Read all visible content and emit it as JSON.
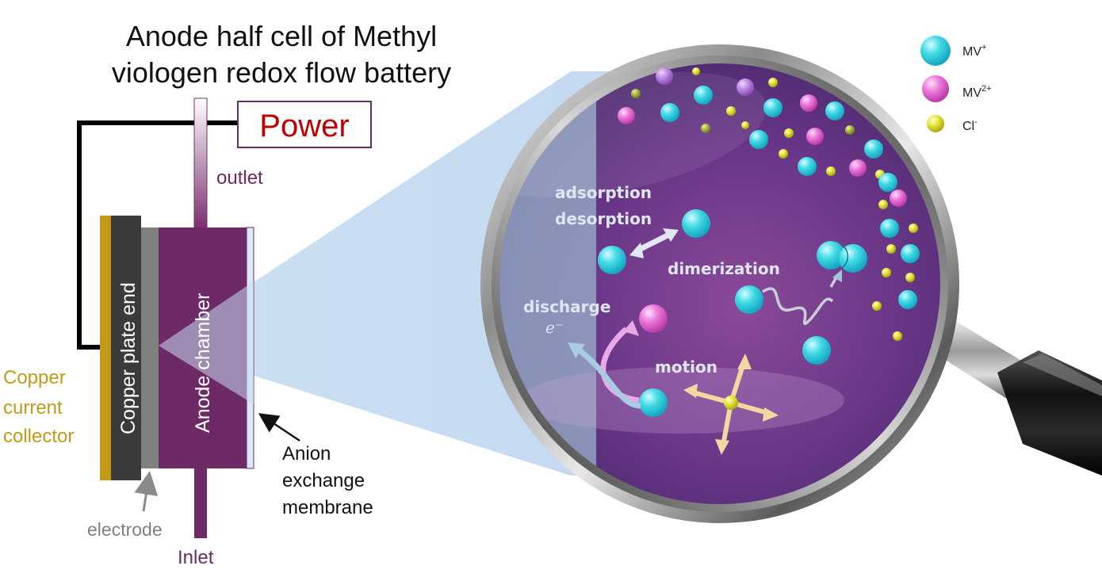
{
  "title_line1": "Anode half cell of Methyl",
  "title_line2": "viologen redox flow battery",
  "power_label": "Power",
  "outlet_label": "outlet",
  "inlet_label": "Inlet",
  "copper_plate_label": "Copper plate end",
  "anode_chamber_label": "Anode chamber",
  "copper_collector": [
    "Copper",
    "current",
    "collector"
  ],
  "electrode_label": "electrode",
  "membrane_label": [
    "Anion",
    "exchange",
    "membrane"
  ],
  "process_labels": {
    "adsorption": "adsorption",
    "desorption": "desorption",
    "dimerization": "dimerization",
    "discharge": "discharge",
    "electron": "e⁻",
    "motion": "motion"
  },
  "legend": [
    {
      "label": "MV",
      "sup": "+",
      "color": "#3ed6e0",
      "icon": "cyan-sphere-icon"
    },
    {
      "label": "MV",
      "sup": "2+",
      "color": "#e873d8",
      "icon": "pink-sphere-icon"
    },
    {
      "label": "Cl",
      "sup": "-",
      "color": "#e4e43a",
      "icon": "yellow-sphere-icon"
    }
  ],
  "colors": {
    "anode": "#6e2a66",
    "copper": "#c39a17",
    "plate": "#3b3b3b",
    "electrode": "#808080",
    "power_text": "#c00000",
    "lens": "#5a2a78",
    "cone": "#bcd5ee"
  }
}
